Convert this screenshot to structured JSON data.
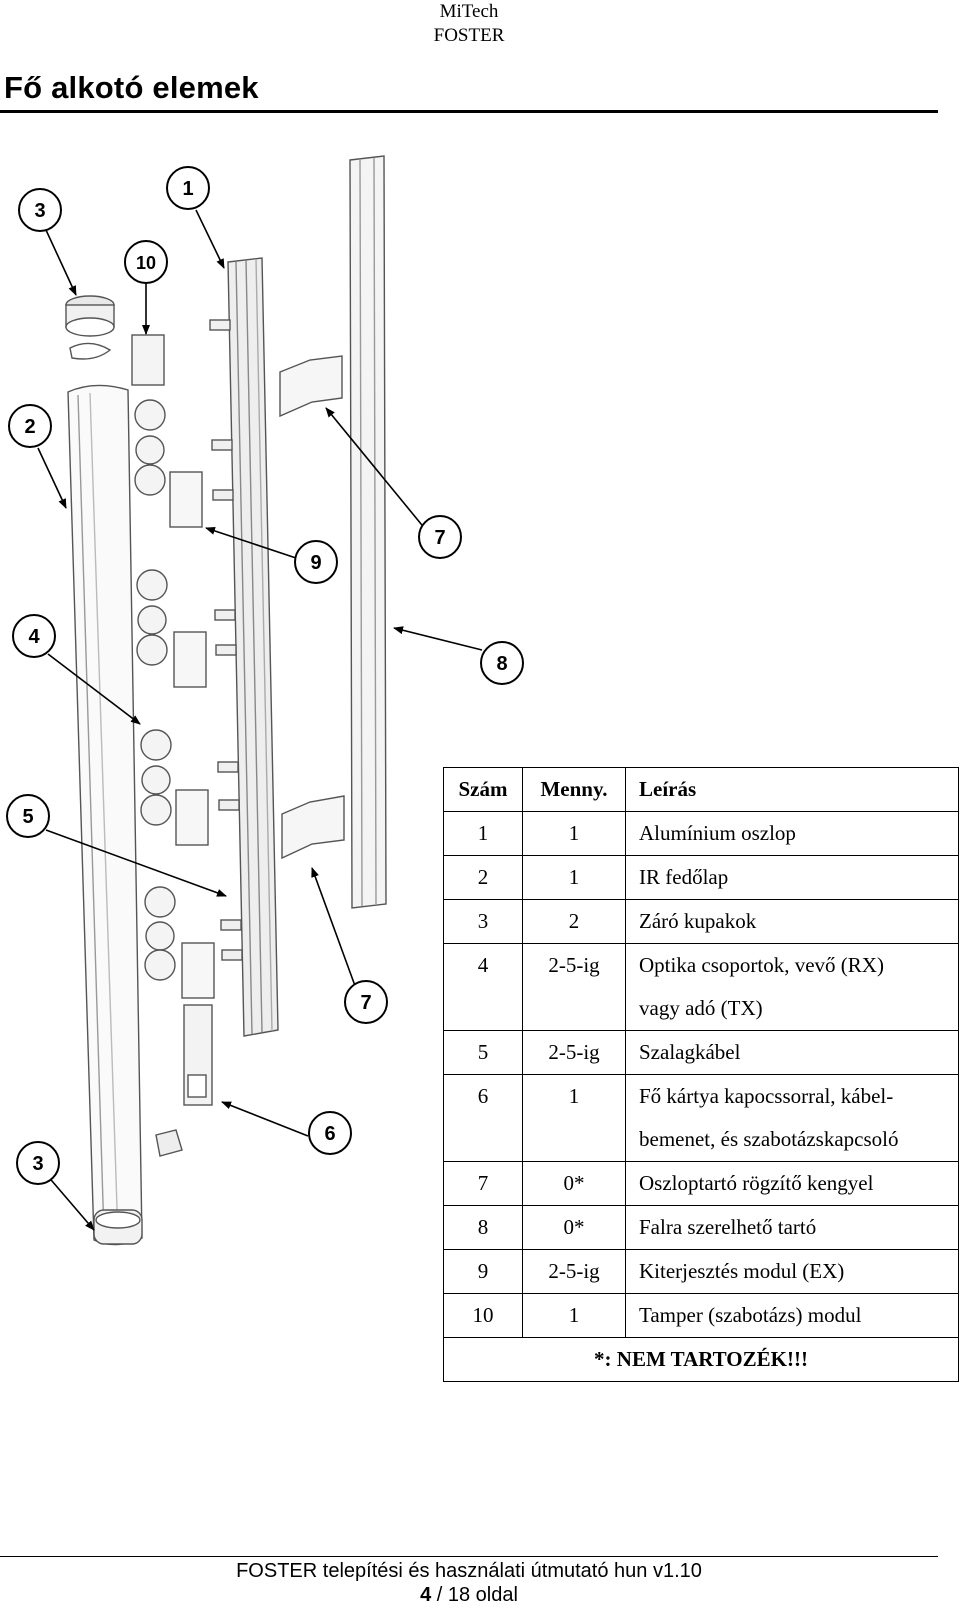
{
  "header": {
    "line1": "MiTech",
    "line2": "FOSTER"
  },
  "title": "Fő alkotó elemek",
  "diagram": {
    "callouts": [
      "1",
      "2",
      "3",
      "3",
      "4",
      "5",
      "6",
      "7",
      "7",
      "8",
      "9",
      "10"
    ]
  },
  "table": {
    "headers": [
      "Szám",
      "Menny.",
      "Leírás"
    ],
    "rows": [
      {
        "num": "1",
        "qty": "1",
        "desc": "Alumínium oszlop",
        "desc2": ""
      },
      {
        "num": "2",
        "qty": "1",
        "desc": "IR fedőlap",
        "desc2": ""
      },
      {
        "num": "3",
        "qty": "2",
        "desc": "Záró kupakok",
        "desc2": ""
      },
      {
        "num": "4",
        "qty": "2-5-ig",
        "desc": "Optika csoportok, vevő (RX)",
        "desc2": "vagy adó (TX)"
      },
      {
        "num": "5",
        "qty": "2-5-ig",
        "desc": "Szalagkábel",
        "desc2": ""
      },
      {
        "num": "6",
        "qty": "1",
        "desc": "Fő kártya kapocssorral, kábel-",
        "desc2": "bemenet, és szabotázskapcsoló"
      },
      {
        "num": "7",
        "qty": "0*",
        "desc": "Oszloptartó rögzítő kengyel",
        "desc2": ""
      },
      {
        "num": "8",
        "qty": "0*",
        "desc": "Falra szerelhető tartó",
        "desc2": ""
      },
      {
        "num": "9",
        "qty": "2-5-ig",
        "desc": "Kiterjesztés modul (EX)",
        "desc2": ""
      },
      {
        "num": "10",
        "qty": "1",
        "desc": "Tamper (szabotázs) modul",
        "desc2": ""
      }
    ],
    "footnote": "*: NEM TARTOZÉK!!!"
  },
  "footer": {
    "line1": "FOSTER telepítési és használati útmutató hun v1.10",
    "page_current": "4",
    "page_rest": " / 18 oldal"
  }
}
